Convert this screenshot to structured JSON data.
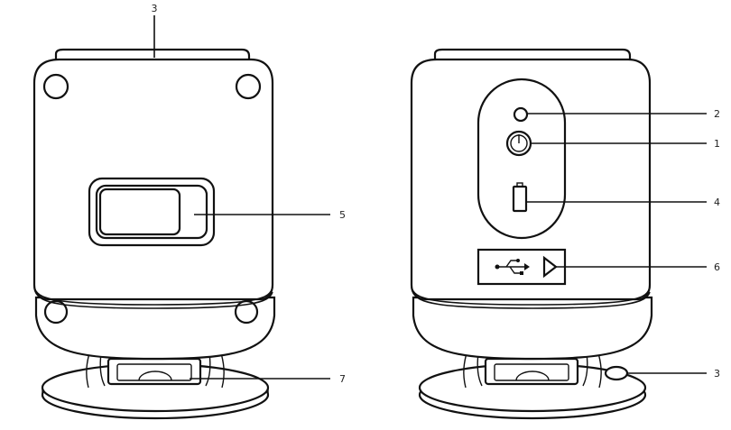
{
  "callouts": {
    "left_top": "3",
    "left_slider": "5",
    "left_base": "7",
    "right_led": "2",
    "right_power": "1",
    "right_battery": "4",
    "right_usb": "6",
    "right_base": "3"
  }
}
